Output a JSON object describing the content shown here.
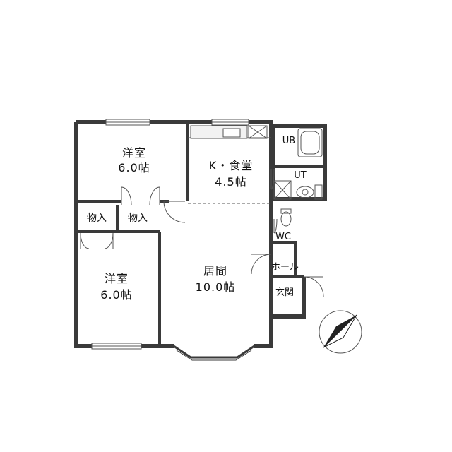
{
  "rooms": {
    "western_room_top": {
      "name": "洋室",
      "size": "6.0帖"
    },
    "western_room_bottom": {
      "name": "洋室",
      "size": "6.0帖"
    },
    "kitchen_dining": {
      "name": "K・食堂",
      "size": "4.5帖"
    },
    "living": {
      "name": "居間",
      "size": "10.0帖"
    },
    "storage_left": {
      "name": "物入"
    },
    "storage_right": {
      "name": "物入"
    },
    "bath": {
      "name": "UB"
    },
    "utility": {
      "name": "UT"
    },
    "toilet": {
      "name": "WC"
    },
    "hall": {
      "name": "ホール"
    },
    "entrance": {
      "name": "玄関"
    }
  },
  "colors": {
    "wall": "#3a3a3a",
    "line": "#555555",
    "background": "#ffffff"
  },
  "icons": {
    "compass": "north-arrow-icon"
  }
}
